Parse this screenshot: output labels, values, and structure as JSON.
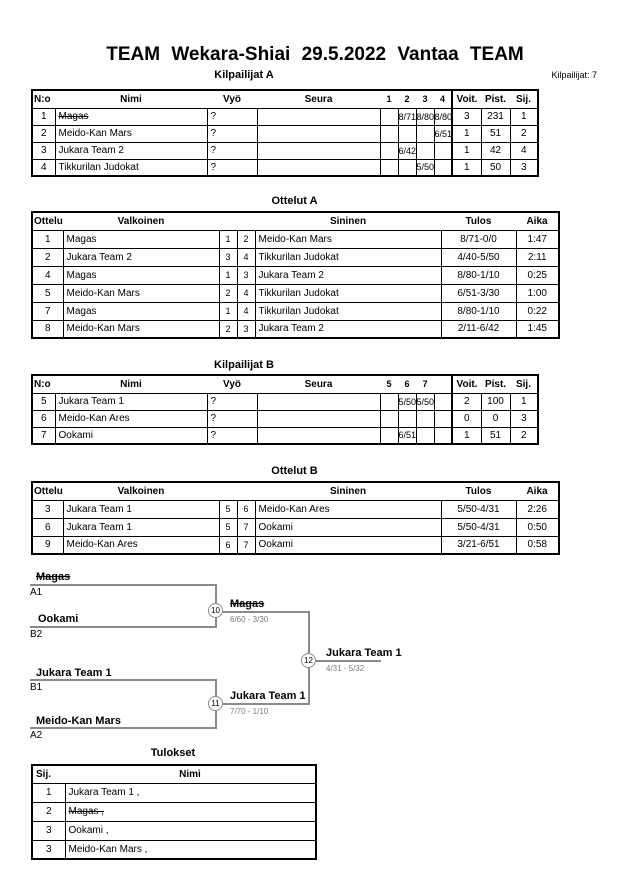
{
  "page": {
    "title": "TEAM Wekara-Shiai 29.5.2022 Vantaa TEAM",
    "competitors_total": "Kilpailijat: 7"
  },
  "colors": {
    "border": "#000000",
    "bracket_line": "#8a8a8a",
    "score_text": "#7a7a7a"
  },
  "kilpailijat_a": {
    "title": "Kilpailijat A",
    "headers": {
      "no": "N:o",
      "nimi": "Nimi",
      "vyo": "Vyö",
      "seura": "Seura",
      "c1": "1",
      "c2": "2",
      "c3": "3",
      "c4": "4",
      "voit": "Voit.",
      "pist": "Pist.",
      "sij": "Sij."
    },
    "rows": [
      {
        "no": "1",
        "nimi": "Magas",
        "vyo": "?",
        "seura": "",
        "c1": "",
        "c2": "8/71",
        "c3": "8/80",
        "c4": "8/80",
        "voit": "3",
        "pist": "231",
        "sij": "1"
      },
      {
        "no": "2",
        "nimi": "Meido-Kan Mars",
        "vyo": "?",
        "seura": "",
        "c1": "",
        "c2": "",
        "c3": "",
        "c4": "6/51",
        "voit": "1",
        "pist": "51",
        "sij": "2"
      },
      {
        "no": "3",
        "nimi": "Jukara Team 2",
        "vyo": "?",
        "seura": "",
        "c1": "",
        "c2": "6/42",
        "c3": "",
        "c4": "",
        "voit": "1",
        "pist": "42",
        "sij": "4"
      },
      {
        "no": "4",
        "nimi": "Tikkurilan Judokat",
        "vyo": "?",
        "seura": "",
        "c1": "",
        "c2": "",
        "c3": "5/50",
        "c4": "",
        "voit": "1",
        "pist": "50",
        "sij": "3"
      }
    ]
  },
  "ottelut_a": {
    "title": "Ottelut A",
    "headers": {
      "ottelu": "Ottelu",
      "valkoinen": "Valkoinen",
      "sininen": "Sininen",
      "tulos": "Tulos",
      "aika": "Aika"
    },
    "rows": [
      {
        "ottelu": "1",
        "valkoinen": "Magas",
        "wno": "1",
        "bno": "2",
        "sininen": "Meido-Kan Mars",
        "tulos": "8/71-0/0",
        "aika": "1:47"
      },
      {
        "ottelu": "2",
        "valkoinen": "Jukara Team 2",
        "wno": "3",
        "bno": "4",
        "sininen": "Tikkurilan Judokat",
        "tulos": "4/40-5/50",
        "aika": "2:11"
      },
      {
        "ottelu": "4",
        "valkoinen": "Magas",
        "wno": "1",
        "bno": "3",
        "sininen": "Jukara Team 2",
        "tulos": "8/80-1/10",
        "aika": "0:25"
      },
      {
        "ottelu": "5",
        "valkoinen": "Meido-Kan Mars",
        "wno": "2",
        "bno": "4",
        "sininen": "Tikkurilan Judokat",
        "tulos": "6/51-3/30",
        "aika": "1:00"
      },
      {
        "ottelu": "7",
        "valkoinen": "Magas",
        "wno": "1",
        "bno": "4",
        "sininen": "Tikkurilan Judokat",
        "tulos": "8/80-1/10",
        "aika": "0:22"
      },
      {
        "ottelu": "8",
        "valkoinen": "Meido-Kan Mars",
        "wno": "2",
        "bno": "3",
        "sininen": "Jukara Team 2",
        "tulos": "2/11-6/42",
        "aika": "1:45"
      }
    ]
  },
  "kilpailijat_b": {
    "title": "Kilpailijat B",
    "headers": {
      "no": "N:o",
      "nimi": "Nimi",
      "vyo": "Vyö",
      "seura": "Seura",
      "c1": "5",
      "c2": "6",
      "c3": "7",
      "voit": "Voit.",
      "pist": "Pist.",
      "sij": "Sij."
    },
    "rows": [
      {
        "no": "5",
        "nimi": "Jukara Team 1",
        "vyo": "?",
        "seura": "",
        "c1": "",
        "c2": "5/50",
        "c3": "5/50",
        "voit": "2",
        "pist": "100",
        "sij": "1"
      },
      {
        "no": "6",
        "nimi": "Meido-Kan Ares",
        "vyo": "?",
        "seura": "",
        "c1": "",
        "c2": "",
        "c3": "",
        "voit": "0",
        "pist": "0",
        "sij": "3"
      },
      {
        "no": "7",
        "nimi": "Ookami",
        "vyo": "?",
        "seura": "",
        "c1": "",
        "c2": "6/51",
        "c3": "",
        "voit": "1",
        "pist": "51",
        "sij": "2"
      }
    ]
  },
  "ottelut_b": {
    "title": "Ottelut B",
    "headers": {
      "ottelu": "Ottelu",
      "valkoinen": "Valkoinen",
      "sininen": "Sininen",
      "tulos": "Tulos",
      "aika": "Aika"
    },
    "rows": [
      {
        "ottelu": "3",
        "valkoinen": "Jukara Team 1",
        "wno": "5",
        "bno": "6",
        "sininen": "Meido-Kan Ares",
        "tulos": "5/50-4/31",
        "aika": "2:26"
      },
      {
        "ottelu": "6",
        "valkoinen": "Jukara Team 1",
        "wno": "5",
        "bno": "7",
        "sininen": "Ookami",
        "tulos": "5/50-4/31",
        "aika": "0:50"
      },
      {
        "ottelu": "9",
        "valkoinen": "Meido-Kan Ares",
        "wno": "6",
        "bno": "7",
        "sininen": "Ookami",
        "tulos": "3/21-6/51",
        "aika": "0:58"
      }
    ]
  },
  "bracket": {
    "slots": {
      "a1": {
        "name": "Magas",
        "label": "A1"
      },
      "b2": {
        "name": "Ookami",
        "label": "B2"
      },
      "b1": {
        "name": "Jukara Team 1",
        "label": "B1"
      },
      "a2": {
        "name": "Meido-Kan Mars",
        "label": "A2"
      }
    },
    "matches": {
      "m10": {
        "number": "10",
        "winner": "Magas",
        "score": "6/60 - 3/30"
      },
      "m11": {
        "number": "11",
        "winner": "Jukara Team 1",
        "score": "7/70 - 1/10"
      },
      "m12": {
        "number": "12",
        "winner": "Jukara Team 1",
        "score": "4/31 - 5/32"
      }
    }
  },
  "tulokset": {
    "title": "Tulokset",
    "headers": {
      "sij": "Sij.",
      "nimi": "Nimi"
    },
    "rows": [
      {
        "sij": "1",
        "nimi": "Jukara Team 1 ,"
      },
      {
        "sij": "2",
        "nimi": "Magas ,"
      },
      {
        "sij": "3",
        "nimi": "Ookami ,"
      },
      {
        "sij": "3",
        "nimi": "Meido-Kan Mars ,"
      }
    ]
  }
}
